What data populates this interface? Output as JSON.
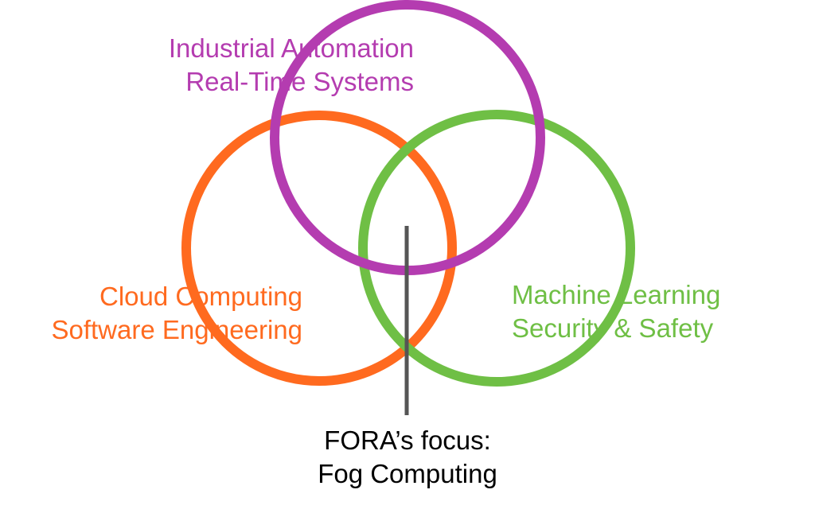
{
  "diagram": {
    "circles": [
      {
        "id": "cloud",
        "color": "#FF6A1F"
      },
      {
        "id": "industrial",
        "color": "#B43CB0"
      },
      {
        "id": "ml",
        "color": "#6FBF45"
      }
    ],
    "labels": {
      "industrial": {
        "line1": "Industrial Automation",
        "line2": "Real-Time Systems"
      },
      "cloud": {
        "line1": "Cloud Computing",
        "line2": "Software Engineering"
      },
      "ml": {
        "line1": "Machine Learning",
        "line2": "Security & Safety"
      },
      "focus": {
        "line1": "FORA’s focus:",
        "line2": "Fog Computing"
      }
    },
    "pointer_color": "#555555",
    "focus_text_color": "#000000"
  }
}
